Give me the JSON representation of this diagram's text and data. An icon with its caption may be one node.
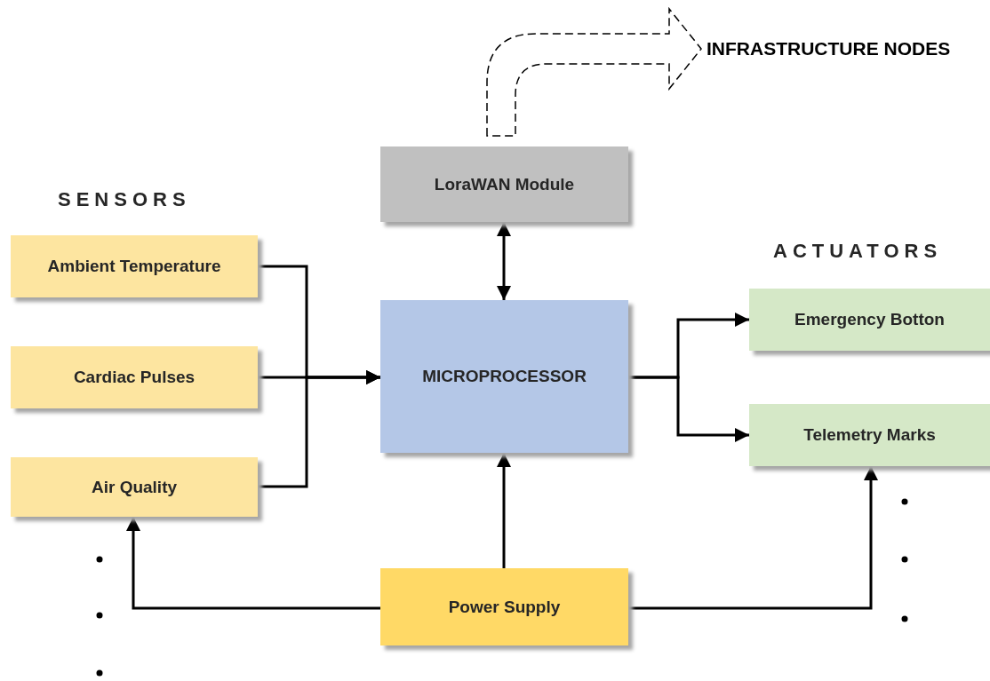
{
  "diagram": {
    "nodes": [
      {
        "text": [
          "LoraWAN Module"
        ]
      },
      {
        "text": [
          "Ambient Temperature"
        ]
      },
      {
        "text": [
          "Cardiac Pulses"
        ]
      },
      {
        "text": [
          "Air Quality"
        ]
      },
      {
        "text": [
          "MICROPROCESSOR"
        ]
      },
      {
        "text": [
          "Emergency Botton"
        ]
      },
      {
        "text": [
          "Telemetry Marks"
        ]
      },
      {
        "text": [
          "Power Supply"
        ]
      },
      {
        "text": [
          "INFRASTRUCTURE NODES"
        ]
      }
    ],
    "edges": [
      {
        "from": 1,
        "to": 4,
        "arrow": "to"
      },
      {
        "from": 2,
        "to": 4,
        "arrow": "to"
      },
      {
        "from": 3,
        "to": 4,
        "arrow": "to"
      },
      {
        "from": 0,
        "to": 4,
        "arrow": "both"
      },
      {
        "from": 4,
        "to": 5,
        "arrow": "to"
      },
      {
        "from": 4,
        "to": 6,
        "arrow": "to"
      },
      {
        "from": 7,
        "to": 4,
        "arrow": "to"
      },
      {
        "from": 7,
        "to": 3,
        "arrow": "to"
      },
      {
        "from": 7,
        "to": 6,
        "arrow": "to"
      },
      {
        "from": 0,
        "to": 8,
        "arrow": "to",
        "style": "dashed"
      }
    ],
    "labels": [
      "SENSORS",
      "ACTUATORS"
    ]
  }
}
